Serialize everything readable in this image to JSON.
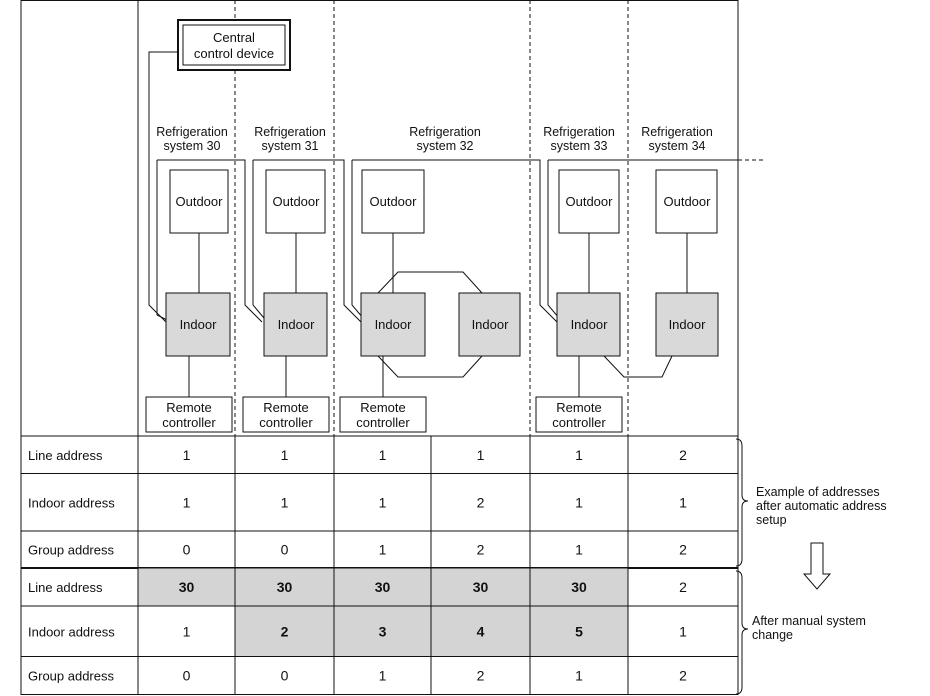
{
  "central_device": {
    "line1": "Central",
    "line2": "control device"
  },
  "systems": [
    {
      "line1": "Refrigeration",
      "line2": "system 30"
    },
    {
      "line1": "Refrigeration",
      "line2": "system 31"
    },
    {
      "line1": "Refrigeration",
      "line2": "system 32"
    },
    {
      "line1": "Refrigeration",
      "line2": "system 33"
    },
    {
      "line1": "Refrigeration",
      "line2": "system 34"
    }
  ],
  "units": {
    "outdoor": "Outdoor",
    "indoor": "Indoor",
    "remote_line1": "Remote",
    "remote_line2": "controller"
  },
  "table_auto": {
    "rows": [
      {
        "label": "Line address",
        "cells": [
          "1",
          "1",
          "1",
          "1",
          "1",
          "2"
        ]
      },
      {
        "label": "Indoor address",
        "cells": [
          "1",
          "1",
          "1",
          "2",
          "1",
          "1"
        ]
      },
      {
        "label": "Group address",
        "cells": [
          "0",
          "0",
          "1",
          "2",
          "1",
          "2"
        ]
      }
    ]
  },
  "table_manual": {
    "rows": [
      {
        "label": "Line address",
        "cells": [
          "30",
          "30",
          "30",
          "30",
          "30",
          "2"
        ],
        "shaded": [
          true,
          true,
          true,
          true,
          true,
          false
        ],
        "bold": [
          true,
          true,
          true,
          true,
          true,
          false
        ]
      },
      {
        "label": "Indoor address",
        "cells": [
          "1",
          "2",
          "3",
          "4",
          "5",
          "1"
        ],
        "shaded": [
          false,
          true,
          true,
          true,
          true,
          false
        ],
        "bold": [
          false,
          true,
          true,
          true,
          true,
          false
        ]
      },
      {
        "label": "Group address",
        "cells": [
          "0",
          "0",
          "1",
          "2",
          "1",
          "2"
        ],
        "shaded": [
          false,
          false,
          false,
          false,
          false,
          false
        ],
        "bold": [
          false,
          false,
          false,
          false,
          false,
          false
        ]
      }
    ]
  },
  "notes": {
    "auto": [
      "Example of addresses",
      "after automatic address",
      "setup"
    ],
    "manual": [
      "After manual system",
      "change"
    ]
  },
  "colors": {
    "unit_fill": "#d9d9d9",
    "cell_shade": "#d4d4d4",
    "line": "#111111"
  }
}
